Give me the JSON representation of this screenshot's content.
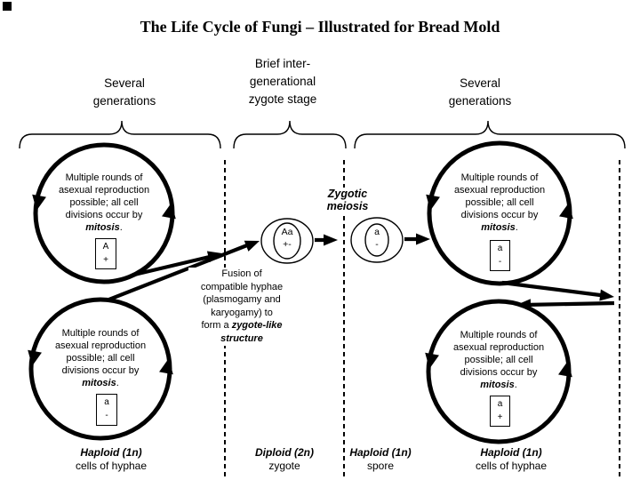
{
  "title": "The Life Cycle of Fungi – Illustrated for Bread Mold",
  "stage_labels": {
    "left": {
      "line1": "Several",
      "line2": "generations"
    },
    "middle": {
      "line1": "Brief inter-",
      "line2": "generational",
      "line3": "zygote stage"
    },
    "right": {
      "line1": "Several",
      "line2": "generations"
    }
  },
  "cycle_note": {
    "line1": "Multiple rounds of",
    "line2": "asexual reproduction",
    "line3": "possible; all cell",
    "line4": "divisions occur by",
    "emphasis": "mitosis",
    "period": "."
  },
  "zygotic_meiosis": {
    "line1": "Zygotic",
    "line2": "meiosis"
  },
  "fusion_note": {
    "line1": "Fusion of",
    "line2": "compatible hyphae",
    "line3": "(plasmogamy and",
    "line4": "karyogamy) to",
    "line5_prefix": "form a ",
    "line5_emphasis": "zygote-like",
    "line6_emphasis": "structure"
  },
  "mating_boxes": {
    "top_left": {
      "line1": "A",
      "line2": "+"
    },
    "bottom_left": {
      "line1": "a",
      "line2": "-"
    },
    "top_right": {
      "line1": "a",
      "line2": "-"
    },
    "bottom_right": {
      "line1": "a",
      "line2": "+"
    }
  },
  "cells": {
    "zygote": {
      "line1": "Aa",
      "line2": "+-"
    },
    "meiosis_product": {
      "line1": "a",
      "line2": "-"
    }
  },
  "bottom_labels": [
    {
      "ploidy": "Haploid (1n)",
      "desc": "cells of hyphae"
    },
    {
      "ploidy": "Diploid (2n)",
      "desc": "zygote"
    },
    {
      "ploidy": "Haploid (1n)",
      "desc": "spore"
    },
    {
      "ploidy": "Haploid (1n)",
      "desc": "cells of hyphae"
    }
  ],
  "colors": {
    "ink": "#000000",
    "background": "#ffffff"
  }
}
